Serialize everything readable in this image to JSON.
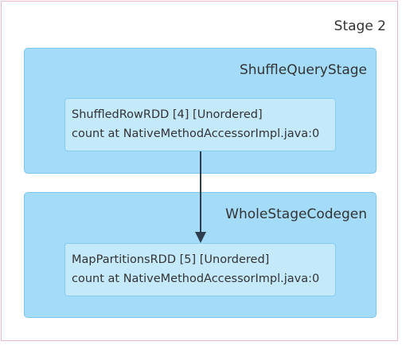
{
  "stage": {
    "title": "Stage 2"
  },
  "clusters": [
    {
      "title": "ShuffleQueryStage"
    },
    {
      "title": "WholeStageCodegen"
    }
  ],
  "nodes": [
    {
      "name": "ShuffledRowRDD [4] [Unordered]",
      "callsite": "count at NativeMethodAccessorImpl.java:0"
    },
    {
      "name": "MapPartitionsRDD [5] [Unordered]",
      "callsite": "count at NativeMethodAccessorImpl.java:0"
    }
  ],
  "edges": [
    {
      "from": "ShuffledRowRDD [4] [Unordered]",
      "to": "MapPartitionsRDD [5] [Unordered]"
    }
  ]
}
